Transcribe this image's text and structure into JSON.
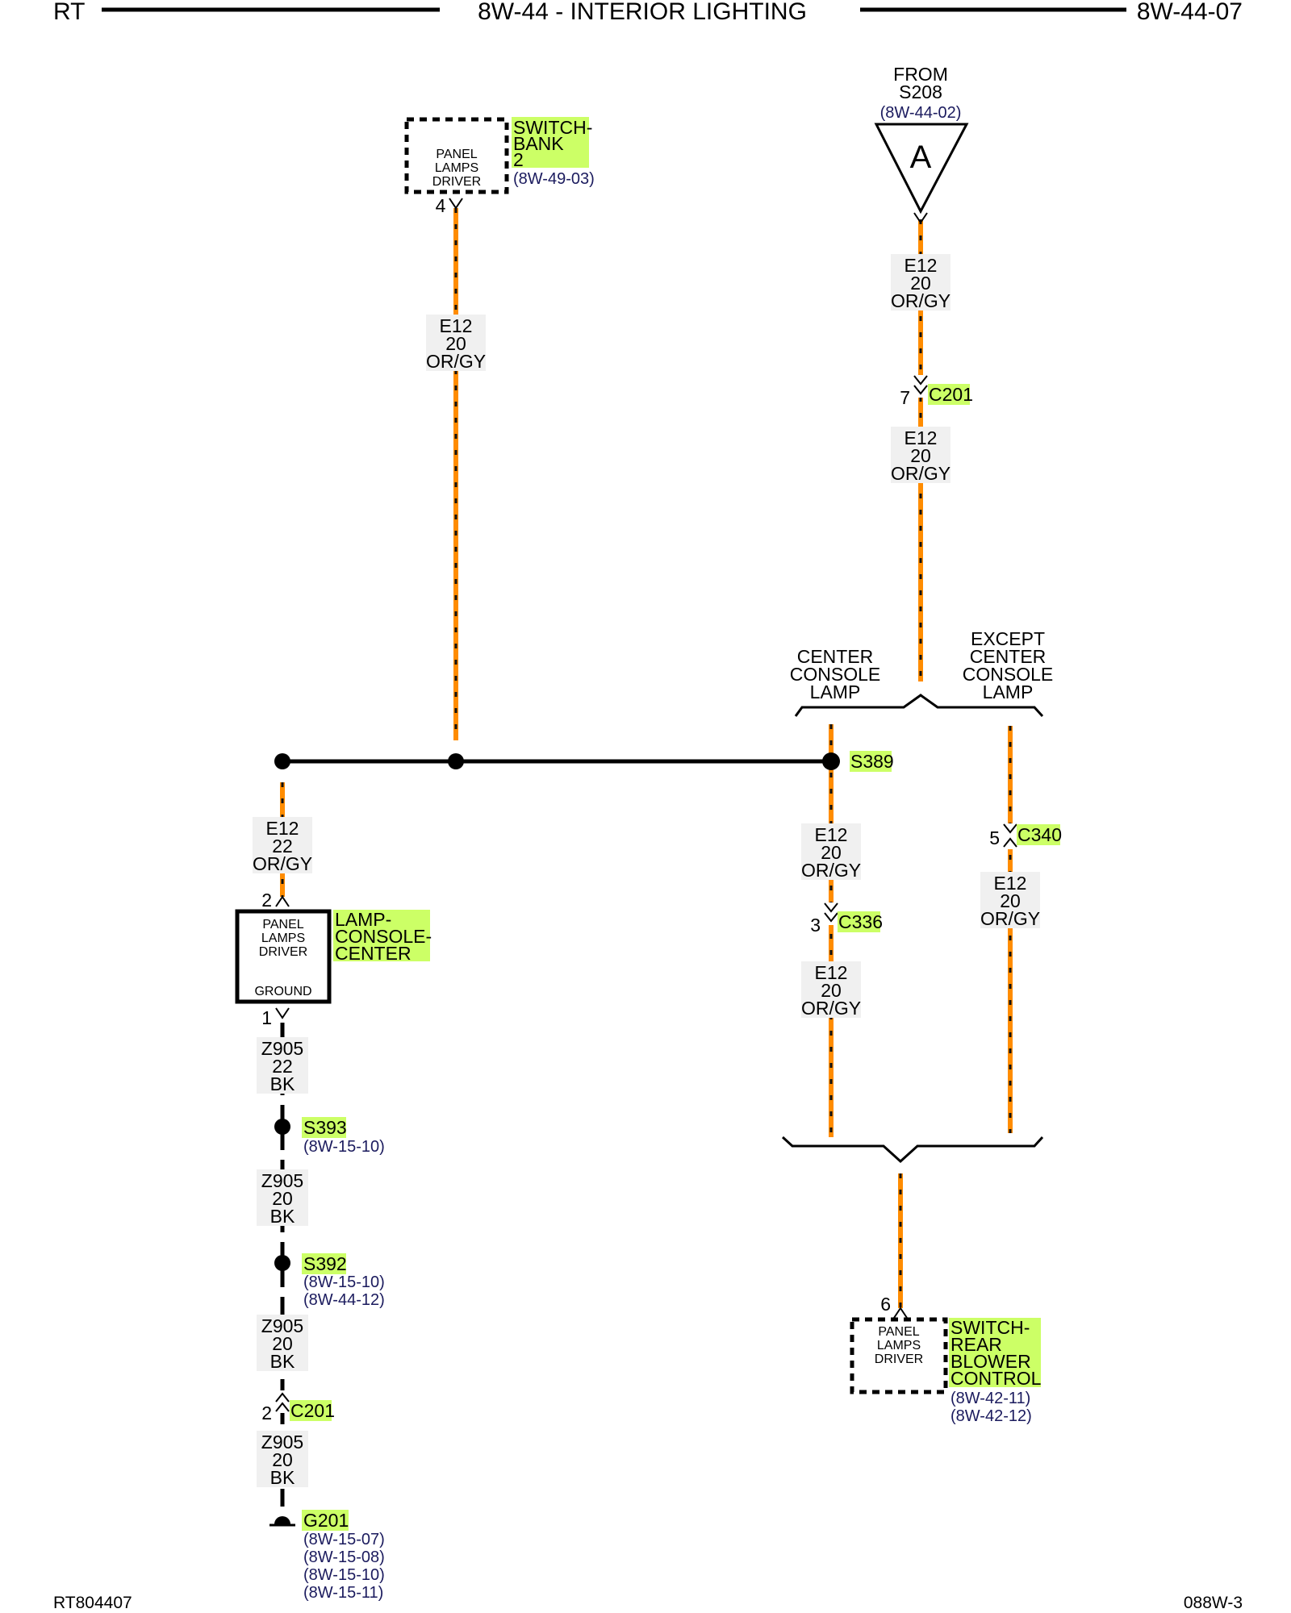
{
  "header": {
    "left": "RT",
    "title": "8W-44 - INTERIOR LIGHTING",
    "right": "8W-44-07"
  },
  "footer": {
    "left": "RT804407",
    "right": "088W-3"
  },
  "colors": {
    "wire": "#ff8c00",
    "highlight": "#ccff66",
    "reference": "#1b1b5e"
  },
  "from": {
    "line1": "FROM",
    "line2": "S208",
    "ref": "(8W-44-02)",
    "connector_letter": "A"
  },
  "components": {
    "switch_bank": {
      "line1": "PANEL",
      "line2": "LAMPS",
      "line3": "DRIVER",
      "name1": "SWITCH-",
      "name2": "BANK",
      "name3": "2",
      "ref": "(8W-49-03)",
      "pin": "4"
    },
    "lamp_console": {
      "line1": "PANEL",
      "line2": "LAMPS",
      "line3": "DRIVER",
      "line4": "GROUND",
      "name1": "LAMP-",
      "name2": "CONSOLE-",
      "name3": "CENTER",
      "pin_top": "2",
      "pin_bottom": "1"
    },
    "switch_rear": {
      "line1": "PANEL",
      "line2": "LAMPS",
      "line3": "DRIVER",
      "name1": "SWITCH-",
      "name2": "REAR",
      "name3": "BLOWER",
      "name4": "CONTROL",
      "ref1": "(8W-42-11)",
      "ref2": "(8W-42-12)",
      "pin": "6"
    }
  },
  "wires": {
    "w1": {
      "circuit": "E12",
      "gauge": "20",
      "color": "OR/GY"
    },
    "w2": {
      "circuit": "E12",
      "gauge": "20",
      "color": "OR/GY"
    },
    "w3": {
      "circuit": "E12",
      "gauge": "20",
      "color": "OR/GY"
    },
    "w4": {
      "circuit": "E12",
      "gauge": "22",
      "color": "OR/GY"
    },
    "w5": {
      "circuit": "E12",
      "gauge": "20",
      "color": "OR/GY"
    },
    "w6": {
      "circuit": "E12",
      "gauge": "20",
      "color": "OR/GY"
    },
    "w7": {
      "circuit": "E12",
      "gauge": "20",
      "color": "OR/GY"
    },
    "g1": {
      "circuit": "Z905",
      "gauge": "22",
      "color": "BK"
    },
    "g2": {
      "circuit": "Z905",
      "gauge": "20",
      "color": "BK"
    },
    "g3": {
      "circuit": "Z905",
      "gauge": "20",
      "color": "BK"
    },
    "g4": {
      "circuit": "Z905",
      "gauge": "20",
      "color": "BK"
    }
  },
  "connectors": {
    "c201_top": {
      "pin": "7",
      "name": "C201"
    },
    "c336": {
      "pin": "3",
      "name": "C336"
    },
    "c340": {
      "pin": "5",
      "name": "C340"
    },
    "c201_bottom": {
      "pin": "2",
      "name": "C201"
    }
  },
  "splices": {
    "s389": {
      "name": "S389"
    },
    "s393": {
      "name": "S393",
      "ref": "(8W-15-10)"
    },
    "s392": {
      "name": "S392",
      "ref1": "(8W-15-10)",
      "ref2": "(8W-44-12)"
    }
  },
  "ground": {
    "name": "G201",
    "refs": [
      "(8W-15-07)",
      "(8W-15-08)",
      "(8W-15-10)",
      "(8W-15-11)"
    ]
  },
  "options": {
    "center": {
      "line1": "CENTER",
      "line2": "CONSOLE",
      "line3": "LAMP"
    },
    "except": {
      "line1": "EXCEPT",
      "line2": "CENTER",
      "line3": "CONSOLE",
      "line4": "LAMP"
    }
  }
}
